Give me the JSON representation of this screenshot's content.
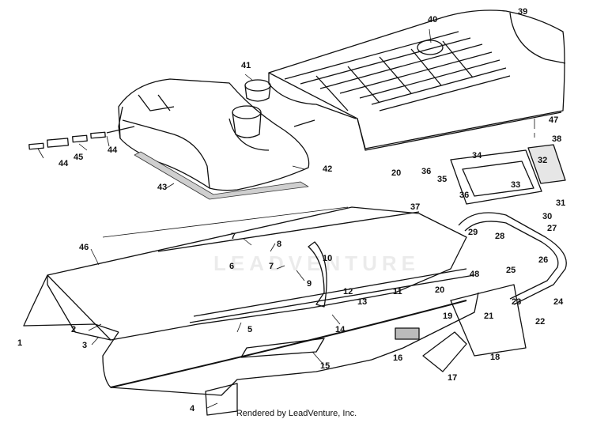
{
  "callouts": [
    {
      "id": "c1",
      "text": "1"
    },
    {
      "id": "c2",
      "text": "2"
    },
    {
      "id": "c3",
      "text": "3"
    },
    {
      "id": "c4",
      "text": "4"
    },
    {
      "id": "c5",
      "text": "5"
    },
    {
      "id": "c6",
      "text": "6"
    },
    {
      "id": "c7a",
      "text": "7"
    },
    {
      "id": "c7b",
      "text": "7"
    },
    {
      "id": "c8",
      "text": "8"
    },
    {
      "id": "c9",
      "text": "9"
    },
    {
      "id": "c10",
      "text": "10"
    },
    {
      "id": "c11",
      "text": "11"
    },
    {
      "id": "c12",
      "text": "12"
    },
    {
      "id": "c13",
      "text": "13"
    },
    {
      "id": "c14",
      "text": "14"
    },
    {
      "id": "c15",
      "text": "15"
    },
    {
      "id": "c16",
      "text": "16"
    },
    {
      "id": "c17",
      "text": "17"
    },
    {
      "id": "c18",
      "text": "18"
    },
    {
      "id": "c19",
      "text": "19"
    },
    {
      "id": "c20a",
      "text": "20"
    },
    {
      "id": "c20b",
      "text": "20"
    },
    {
      "id": "c21",
      "text": "21"
    },
    {
      "id": "c22",
      "text": "22"
    },
    {
      "id": "c23",
      "text": "23"
    },
    {
      "id": "c24",
      "text": "24"
    },
    {
      "id": "c25",
      "text": "25"
    },
    {
      "id": "c26",
      "text": "26"
    },
    {
      "id": "c27",
      "text": "27"
    },
    {
      "id": "c28",
      "text": "28"
    },
    {
      "id": "c29",
      "text": "29"
    },
    {
      "id": "c30",
      "text": "30"
    },
    {
      "id": "c31",
      "text": "31"
    },
    {
      "id": "c32",
      "text": "32"
    },
    {
      "id": "c33",
      "text": "33"
    },
    {
      "id": "c34",
      "text": "34"
    },
    {
      "id": "c35",
      "text": "35"
    },
    {
      "id": "c36a",
      "text": "36"
    },
    {
      "id": "c36b",
      "text": "36"
    },
    {
      "id": "c37",
      "text": "37"
    },
    {
      "id": "c38",
      "text": "38"
    },
    {
      "id": "c39",
      "text": "39"
    },
    {
      "id": "c40",
      "text": "40"
    },
    {
      "id": "c41",
      "text": "41"
    },
    {
      "id": "c42",
      "text": "42"
    },
    {
      "id": "c43",
      "text": "43"
    },
    {
      "id": "c44a",
      "text": "44"
    },
    {
      "id": "c44b",
      "text": "44"
    },
    {
      "id": "c45",
      "text": "45"
    },
    {
      "id": "c46",
      "text": "46"
    },
    {
      "id": "c48",
      "text": "48"
    },
    {
      "id": "c47",
      "text": "47"
    }
  ],
  "credit": "Rendered by LeadVenture, Inc.",
  "watermark": "LEADVENTURE",
  "colors": {
    "ink": "#111111",
    "paper": "#ffffff"
  }
}
